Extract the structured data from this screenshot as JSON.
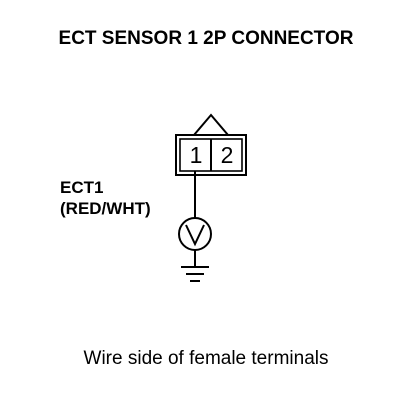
{
  "title": "ECT SENSOR 1 2P CONNECTOR",
  "connector": {
    "pins": [
      "1",
      "2"
    ]
  },
  "wire": {
    "name": "ECT1",
    "color": "(RED/WHT)"
  },
  "caption": "Wire side of female terminals"
}
